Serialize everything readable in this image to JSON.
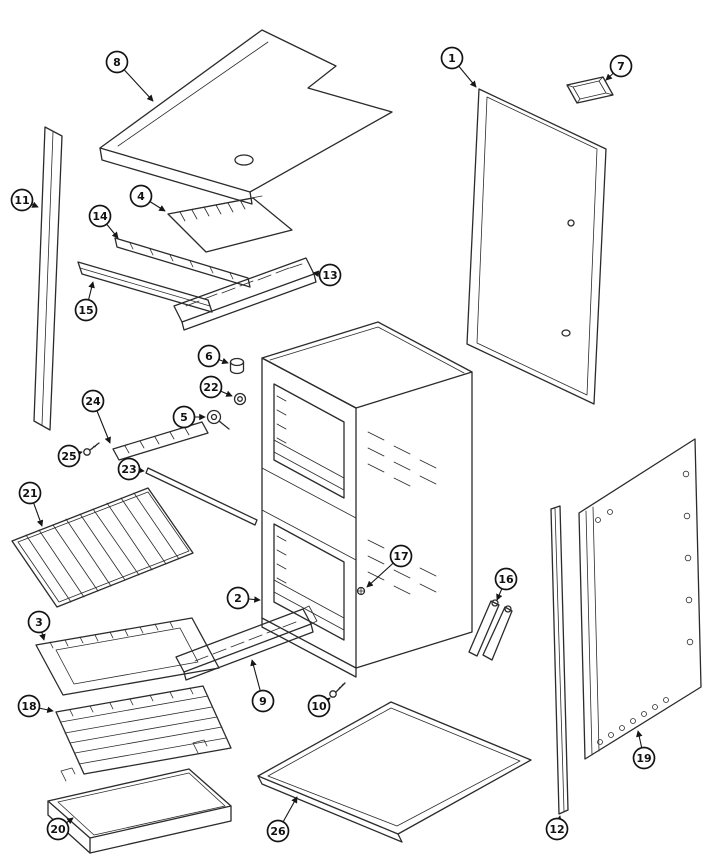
{
  "diagram": {
    "background_color": "#ffffff",
    "ink_color": "#2b2b2b",
    "callouts": [
      {
        "num": "1"
      },
      {
        "num": "2"
      },
      {
        "num": "3"
      },
      {
        "num": "4"
      },
      {
        "num": "5"
      },
      {
        "num": "6"
      },
      {
        "num": "7"
      },
      {
        "num": "8"
      },
      {
        "num": "9"
      },
      {
        "num": "10"
      },
      {
        "num": "11"
      },
      {
        "num": "12"
      },
      {
        "num": "13"
      },
      {
        "num": "14"
      },
      {
        "num": "15"
      },
      {
        "num": "16"
      },
      {
        "num": "17"
      },
      {
        "num": "18"
      },
      {
        "num": "19"
      },
      {
        "num": "20"
      },
      {
        "num": "21"
      },
      {
        "num": "22"
      },
      {
        "num": "23"
      },
      {
        "num": "24"
      },
      {
        "num": "25"
      },
      {
        "num": "26"
      }
    ]
  }
}
